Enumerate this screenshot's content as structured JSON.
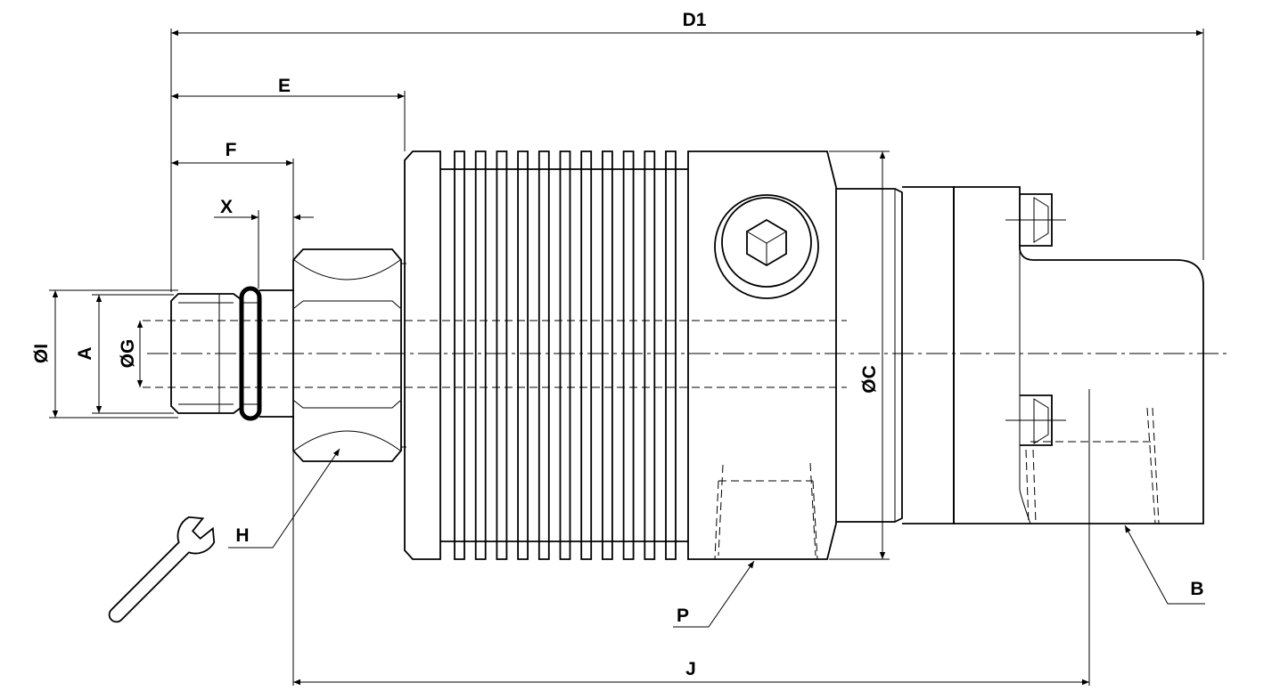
{
  "labels": {
    "d1": "D1",
    "e": "E",
    "f": "F",
    "x": "X",
    "i": "ØI",
    "a": "A",
    "g": "ØG",
    "c": "ØC",
    "h": "H",
    "p": "P",
    "b": "B",
    "j": "J"
  },
  "icons": {
    "wrench": "wrench-icon",
    "hex-socket": "hex-socket-icon"
  }
}
